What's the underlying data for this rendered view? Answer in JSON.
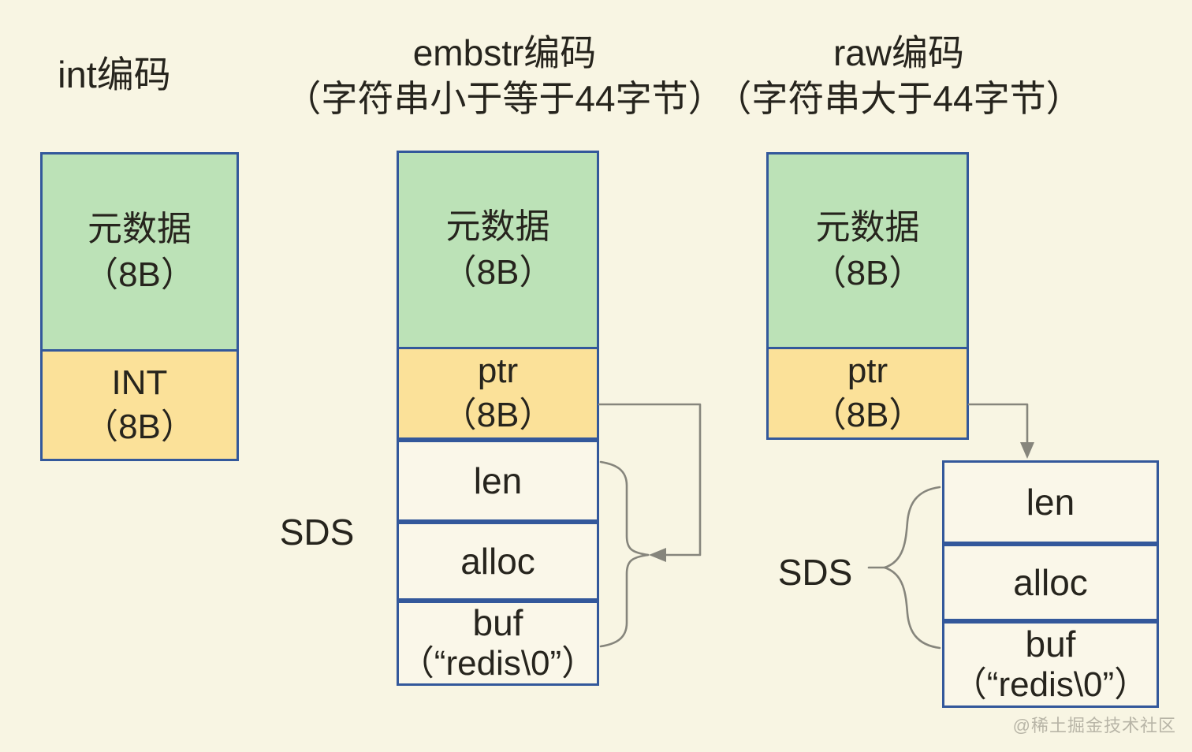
{
  "titles": {
    "int": "int编码",
    "embstr_line1": "embstr编码",
    "embstr_line2": "（字符串小于等于44字节）",
    "raw_line1": "raw编码",
    "raw_line2": "（字符串大于44字节）"
  },
  "int_column": {
    "metadata_label": "元数据",
    "metadata_size": "（8B）",
    "value_label": "INT",
    "value_size": "（8B）"
  },
  "embstr_column": {
    "metadata_label": "元数据",
    "metadata_size": "（8B）",
    "ptr_label": "ptr",
    "ptr_size": "（8B）",
    "sds_label": "SDS",
    "sds_fields": {
      "len": "len",
      "alloc": "alloc",
      "buf": "buf",
      "buf_value": "（“redis\\0”）"
    }
  },
  "raw_column": {
    "metadata_label": "元数据",
    "metadata_size": "（8B）",
    "ptr_label": "ptr",
    "ptr_size": "（8B）",
    "sds_label": "SDS",
    "sds_fields": {
      "len": "len",
      "alloc": "alloc",
      "buf": "buf",
      "buf_value": "（“redis\\0”）"
    }
  },
  "watermark": "@稀土掘金技术社区",
  "colors": {
    "background": "#f8f5e3",
    "metadata_fill": "#bce2b7",
    "pointer_fill": "#fbe199",
    "box_border": "#33589b",
    "field_fill": "#faf7e9",
    "connector": "#86857c",
    "text": "#26241d",
    "watermark": "#b8b5a7"
  }
}
